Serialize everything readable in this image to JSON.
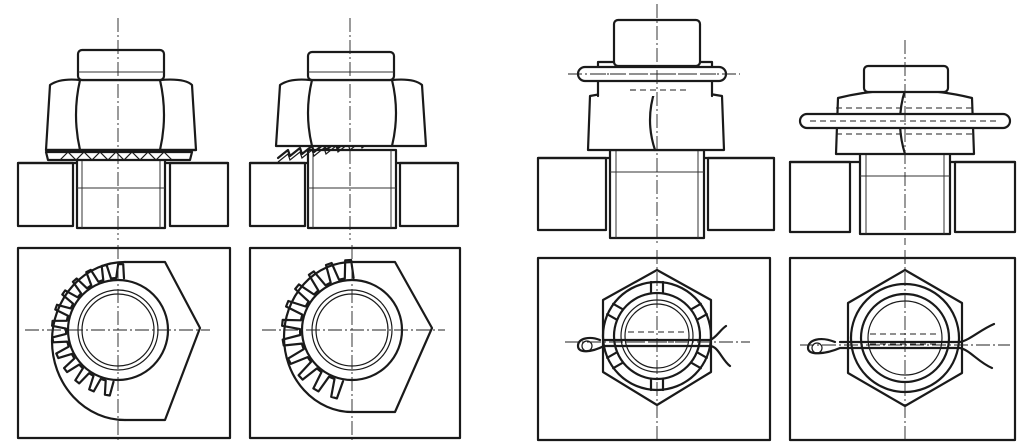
{
  "figure": {
    "panels": [
      {
        "id": "spring-washer-external-teeth"
      },
      {
        "id": "serrated-lock-washer"
      },
      {
        "id": "castle-nut-cotter-pin"
      },
      {
        "id": "plain-nut-cotter-pin"
      }
    ]
  },
  "colors": {
    "ink": "#1a1a1a",
    "paper": "#ffffff"
  }
}
